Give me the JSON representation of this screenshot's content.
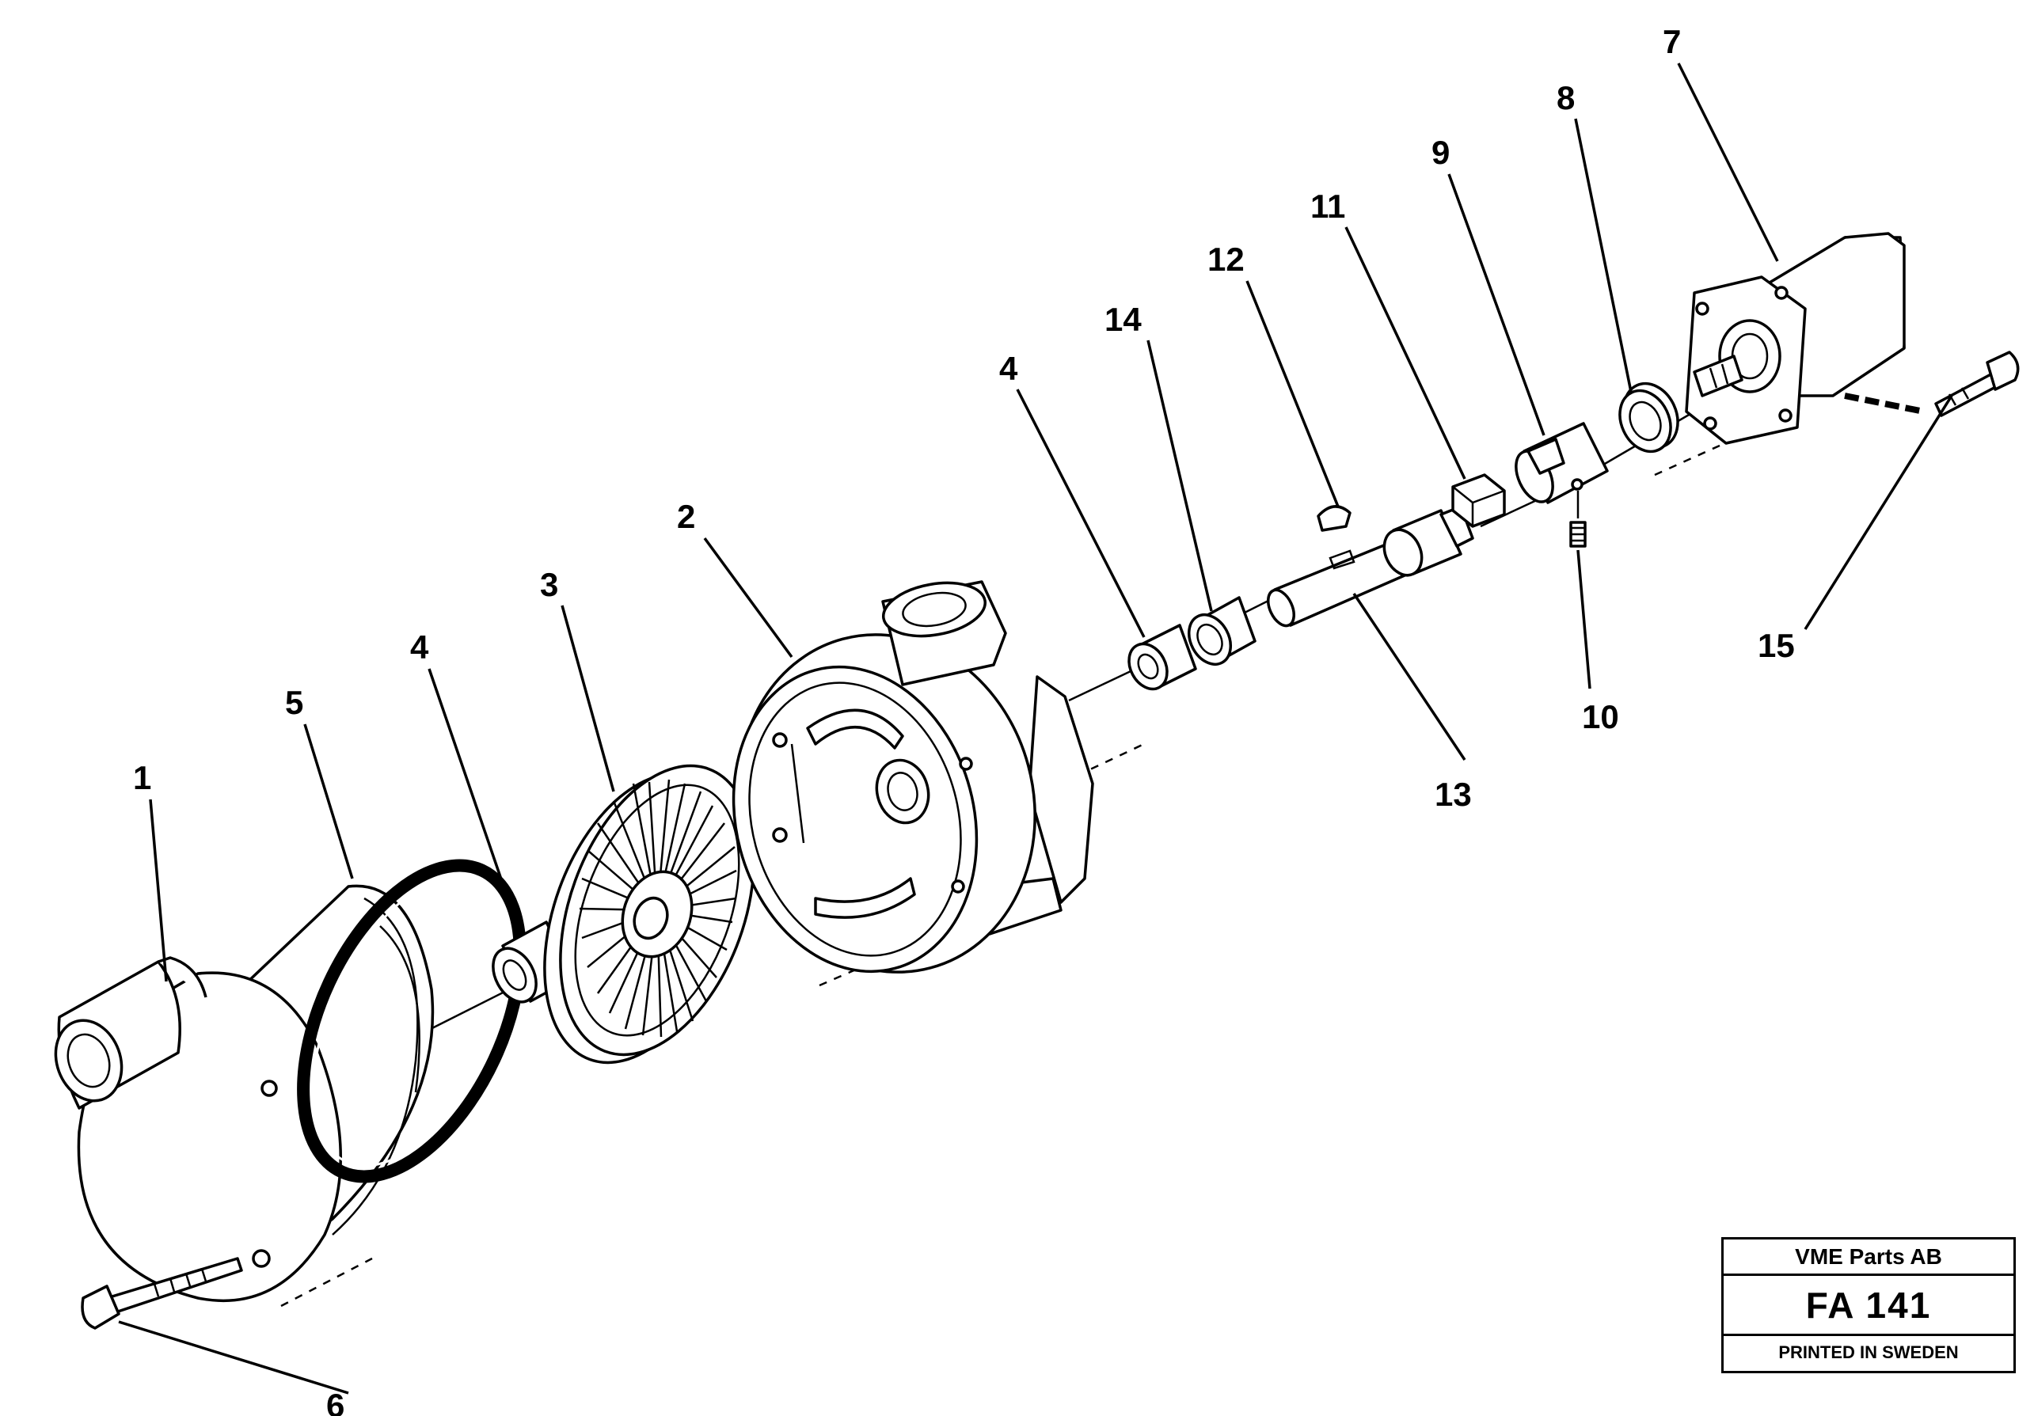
{
  "callouts": {
    "c1": "1",
    "c2": "2",
    "c3": "3",
    "c4a": "4",
    "c4b": "4",
    "c5": "5",
    "c6": "6",
    "c7": "7",
    "c8": "8",
    "c9": "9",
    "c10": "10",
    "c11": "11",
    "c12": "12",
    "c13": "13",
    "c14": "14",
    "c15": "15"
  },
  "title_block": {
    "company": "VME Parts AB",
    "code": "FA 141",
    "printed": "PRINTED IN SWEDEN"
  }
}
